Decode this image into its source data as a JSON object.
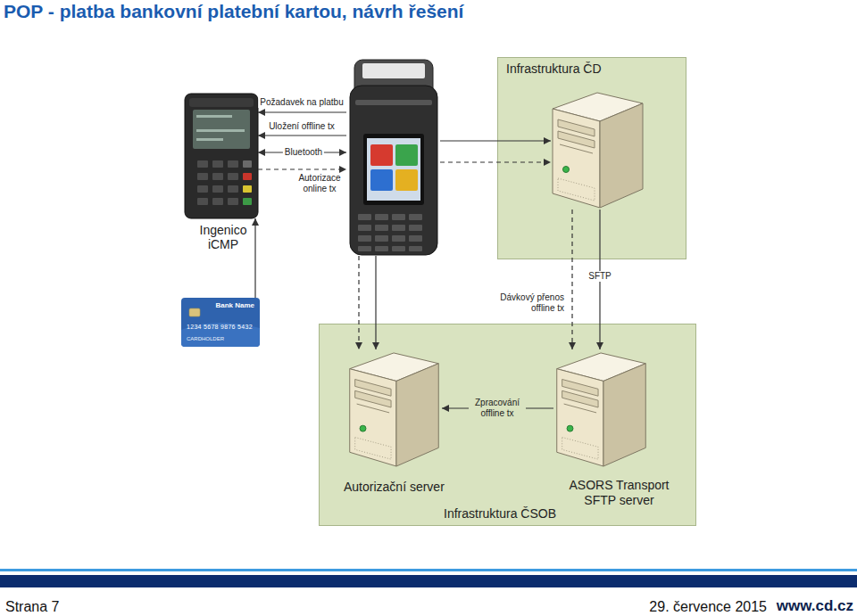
{
  "diagram": {
    "title": "POP - platba bankovní platební kartou, návrh řešení",
    "nodes": [
      {
        "text": [
          "Ingenico iCMP"
        ]
      },
      {
        "text": []
      },
      {
        "text": [
          "Infrastruktura ČD"
        ]
      },
      {
        "text": [],
        "in": 2
      },
      {
        "text": [
          "Bank Name",
          "1234 5678 9876 5432",
          "CARDHOLDER"
        ]
      },
      {
        "text": [
          "Infrastruktura ČSOB"
        ]
      },
      {
        "text": [
          "Autorizační server"
        ],
        "in": 5
      },
      {
        "text": [
          "ASORS Transport SFTP server"
        ],
        "in": 5
      }
    ],
    "edges": [
      {
        "from": 1,
        "to": 0,
        "arrow": "to",
        "label": "Požadavek na platbu"
      },
      {
        "from": 1,
        "to": 0,
        "arrow": "to",
        "label": "Uložení offline tx"
      },
      {
        "from": 0,
        "to": 1,
        "arrow": "both",
        "label": "Bluetooth"
      },
      {
        "from": 0,
        "to": 1,
        "arrow": "to",
        "label": "Autorizace online tx"
      },
      {
        "from": 1,
        "to": 6,
        "arrow": "to"
      },
      {
        "from": 1,
        "to": 6,
        "arrow": "to"
      },
      {
        "from": 1,
        "to": 3,
        "arrow": "to"
      },
      {
        "from": 1,
        "to": 3,
        "arrow": "to"
      },
      {
        "from": 3,
        "to": 7,
        "arrow": "to",
        "label": "SFTP"
      },
      {
        "from": 3,
        "to": 7,
        "arrow": "to",
        "label": "Dávkový přenos offline tx"
      },
      {
        "from": 7,
        "to": 6,
        "arrow": "to",
        "label": "Zpracování offline tx"
      },
      {
        "from": 4,
        "to": 0,
        "arrow": "to"
      }
    ],
    "labels": [
      "Strana 7",
      "29. července 2015",
      "www.cd.cz"
    ]
  }
}
